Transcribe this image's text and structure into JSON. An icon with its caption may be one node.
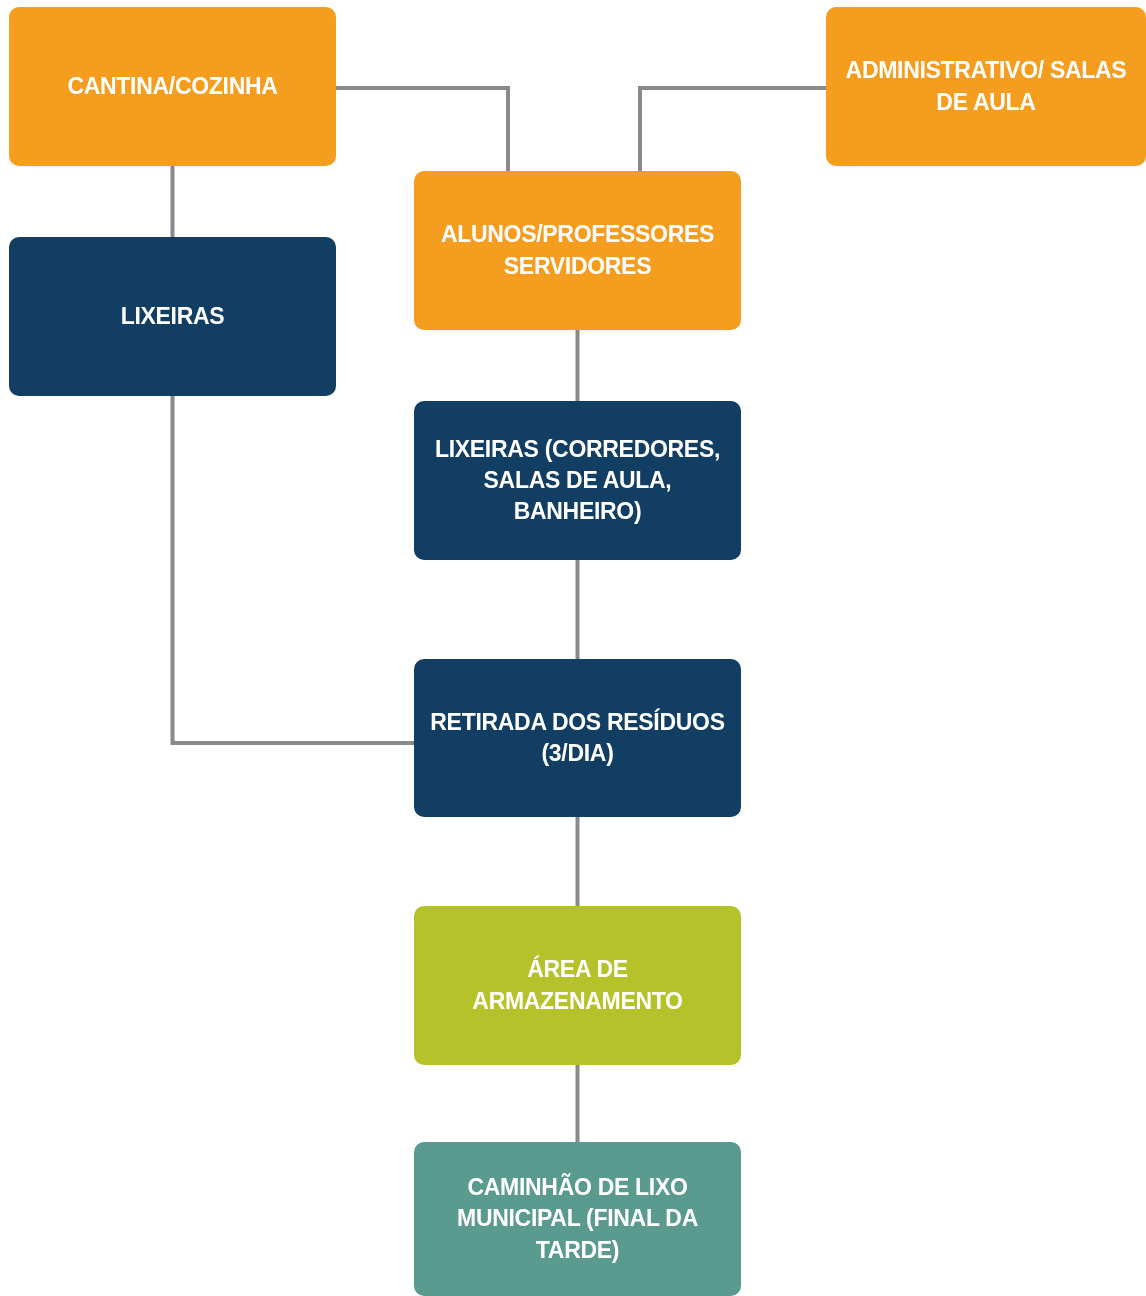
{
  "diagram": {
    "nodes": [
      {
        "text": [
          "CANTINA/COZINHA"
        ]
      },
      {
        "text": [
          "ADMINISTRATIVO/ SALAS DE AULA"
        ]
      },
      {
        "text": [
          "LIXEIRAS"
        ]
      },
      {
        "text": [
          "ALUNOS/PROFESSORES SERVIDORES"
        ]
      },
      {
        "text": [
          "LIXEIRAS (CORREDORES, SALAS DE AULA, BANHEIRO)"
        ]
      },
      {
        "text": [
          "RETIRADA DOS RESÍDUOS (3/DIA)"
        ]
      },
      {
        "text": [
          "ÁREA DE ARMAZENAMENTO"
        ]
      },
      {
        "text": [
          "CAMINHÃO DE LIXO MUNICIPAL (FINAL DA TARDE)"
        ]
      }
    ],
    "edges": [
      {
        "from": 0,
        "to": 3,
        "arrow": "none"
      },
      {
        "from": 1,
        "to": 3,
        "arrow": "none"
      },
      {
        "from": 0,
        "to": 2,
        "arrow": "none"
      },
      {
        "from": 3,
        "to": 4,
        "arrow": "none"
      },
      {
        "from": 4,
        "to": 5,
        "arrow": "none"
      },
      {
        "from": 2,
        "to": 5,
        "arrow": "none"
      },
      {
        "from": 5,
        "to": 6,
        "arrow": "none"
      },
      {
        "from": 6,
        "to": 7,
        "arrow": "none"
      }
    ]
  }
}
